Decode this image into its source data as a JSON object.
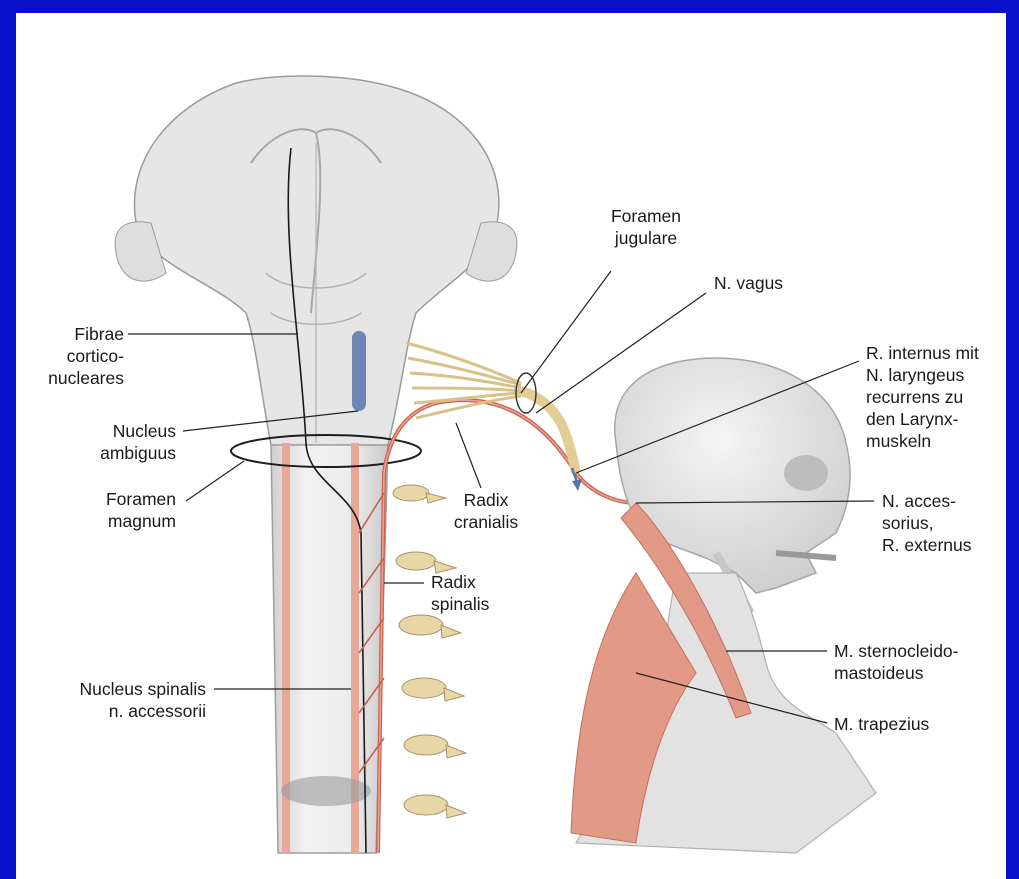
{
  "colors": {
    "background_frame": "#0b10c9",
    "canvas": "#ffffff",
    "bone_gray": "#d9d9d9",
    "muscle": "#e29a86",
    "nerve_fill": "#e9d6a6",
    "nucleus_blue": "#6d86b3",
    "leader": "#222222"
  },
  "labels": {
    "foramen_jugulare": "Foramen\njugulare",
    "n_vagus": "N. vagus",
    "r_internus": "R. internus mit\nN. laryngeus\nrecurrens zu\nden Larynx-\nmuskeln",
    "fibrae": "Fibrae\ncortico-\nnucleares",
    "nucleus_ambiguus": "Nucleus\nambiguus",
    "foramen_magnum": "Foramen\nmagnum",
    "radix_cranialis": "Radix\ncranialis",
    "n_accessorius": "N. acces-\nsorius,\nR. externus",
    "radix_spinalis": "Radix\nspinalis",
    "m_sternocleido": "M. sternocleido-\nmastoideus",
    "nucleus_spinalis": "Nucleus spinalis\nn. accessorii",
    "m_trapezius": "M. trapezius"
  }
}
